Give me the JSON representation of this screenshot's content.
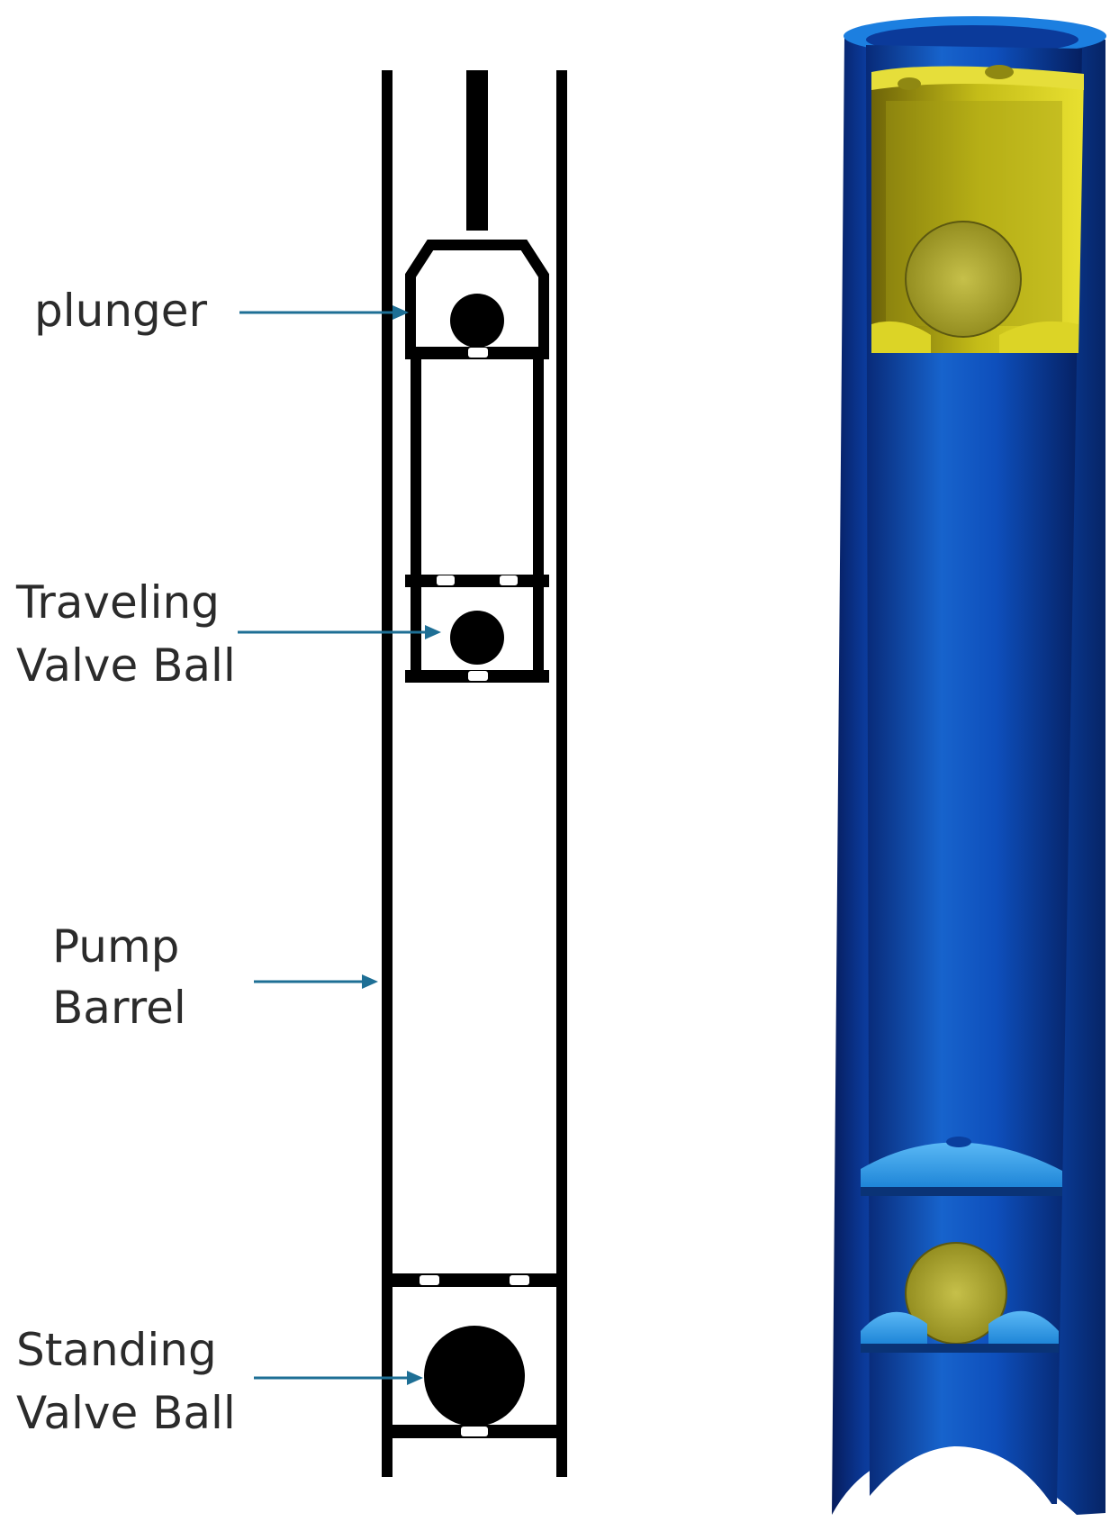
{
  "labels": {
    "plunger": "plunger",
    "traveling_line1": "Traveling",
    "traveling_line2": "Valve Ball",
    "barrel_line1": "Pump",
    "barrel_line2": "Barrel",
    "standing_line1": "Standing",
    "standing_line2": "Valve Ball"
  },
  "colors": {
    "arrow": "#1e6f95",
    "schematic_line": "#000000",
    "barrel_blue": "#0a3f9e",
    "plunger_yellow": "#c9c21a",
    "seat_light_blue": "#2f9be6"
  }
}
